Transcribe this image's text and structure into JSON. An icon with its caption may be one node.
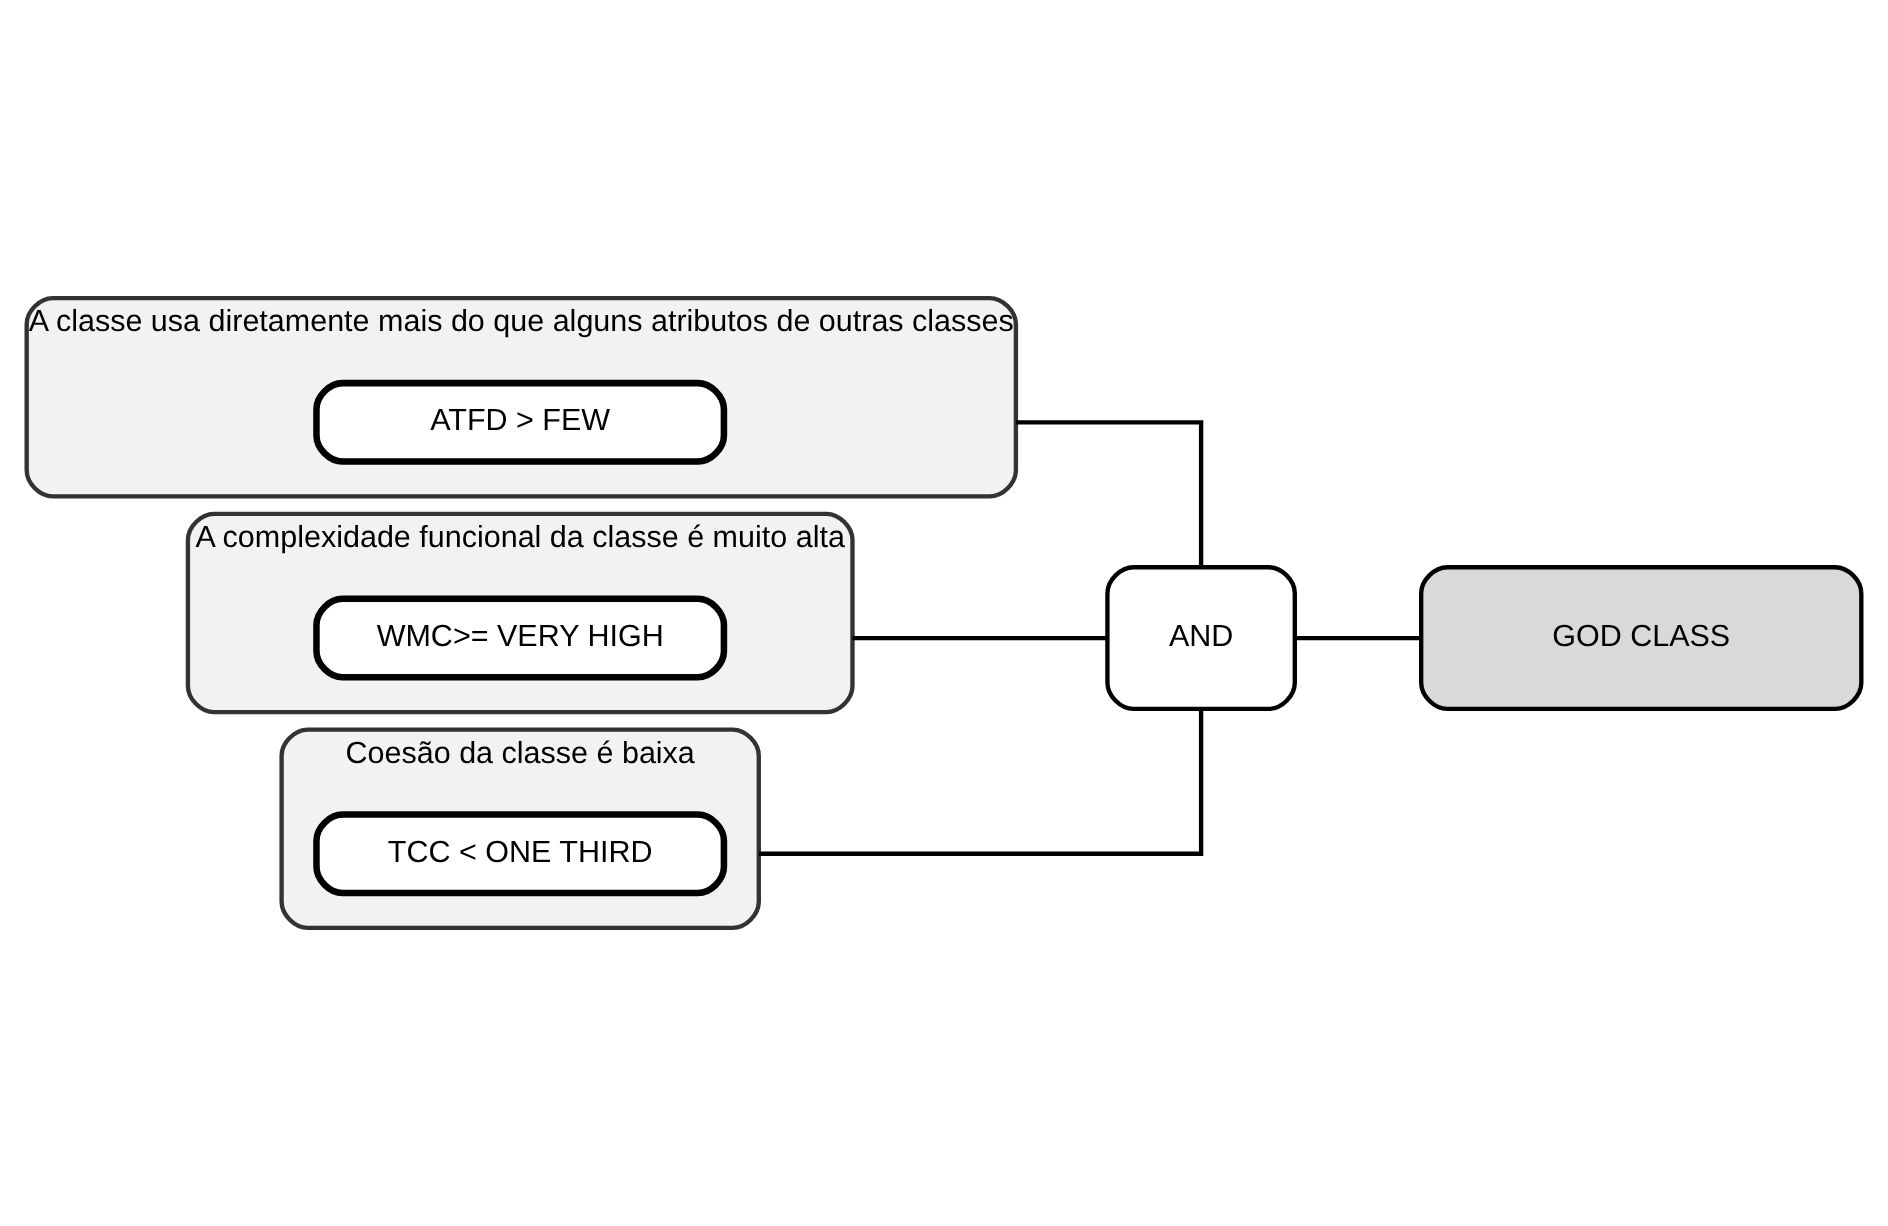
{
  "diagram": {
    "nodes": [
      {
        "text": [
          "A classe usa diretamente mais do que alguns atributos de outras classes"
        ]
      },
      {
        "text": [
          "ATFD > FEW"
        ],
        "in": 0
      },
      {
        "text": [
          "A complexidade funcional da classe é muito alta"
        ]
      },
      {
        "text": [
          "WMC>= VERY HIGH"
        ],
        "in": 2
      },
      {
        "text": [
          "Coesão da classe é baixa"
        ]
      },
      {
        "text": [
          "TCC < ONE THIRD"
        ],
        "in": 4
      },
      {
        "text": [
          "AND"
        ]
      },
      {
        "text": [
          "GOD CLASS"
        ]
      }
    ],
    "edges": [
      {
        "from": 0,
        "to": 6,
        "arrow": "none"
      },
      {
        "from": 2,
        "to": 6,
        "arrow": "none"
      },
      {
        "from": 4,
        "to": 6,
        "arrow": "none"
      },
      {
        "from": 6,
        "to": 7,
        "arrow": "none"
      }
    ]
  }
}
